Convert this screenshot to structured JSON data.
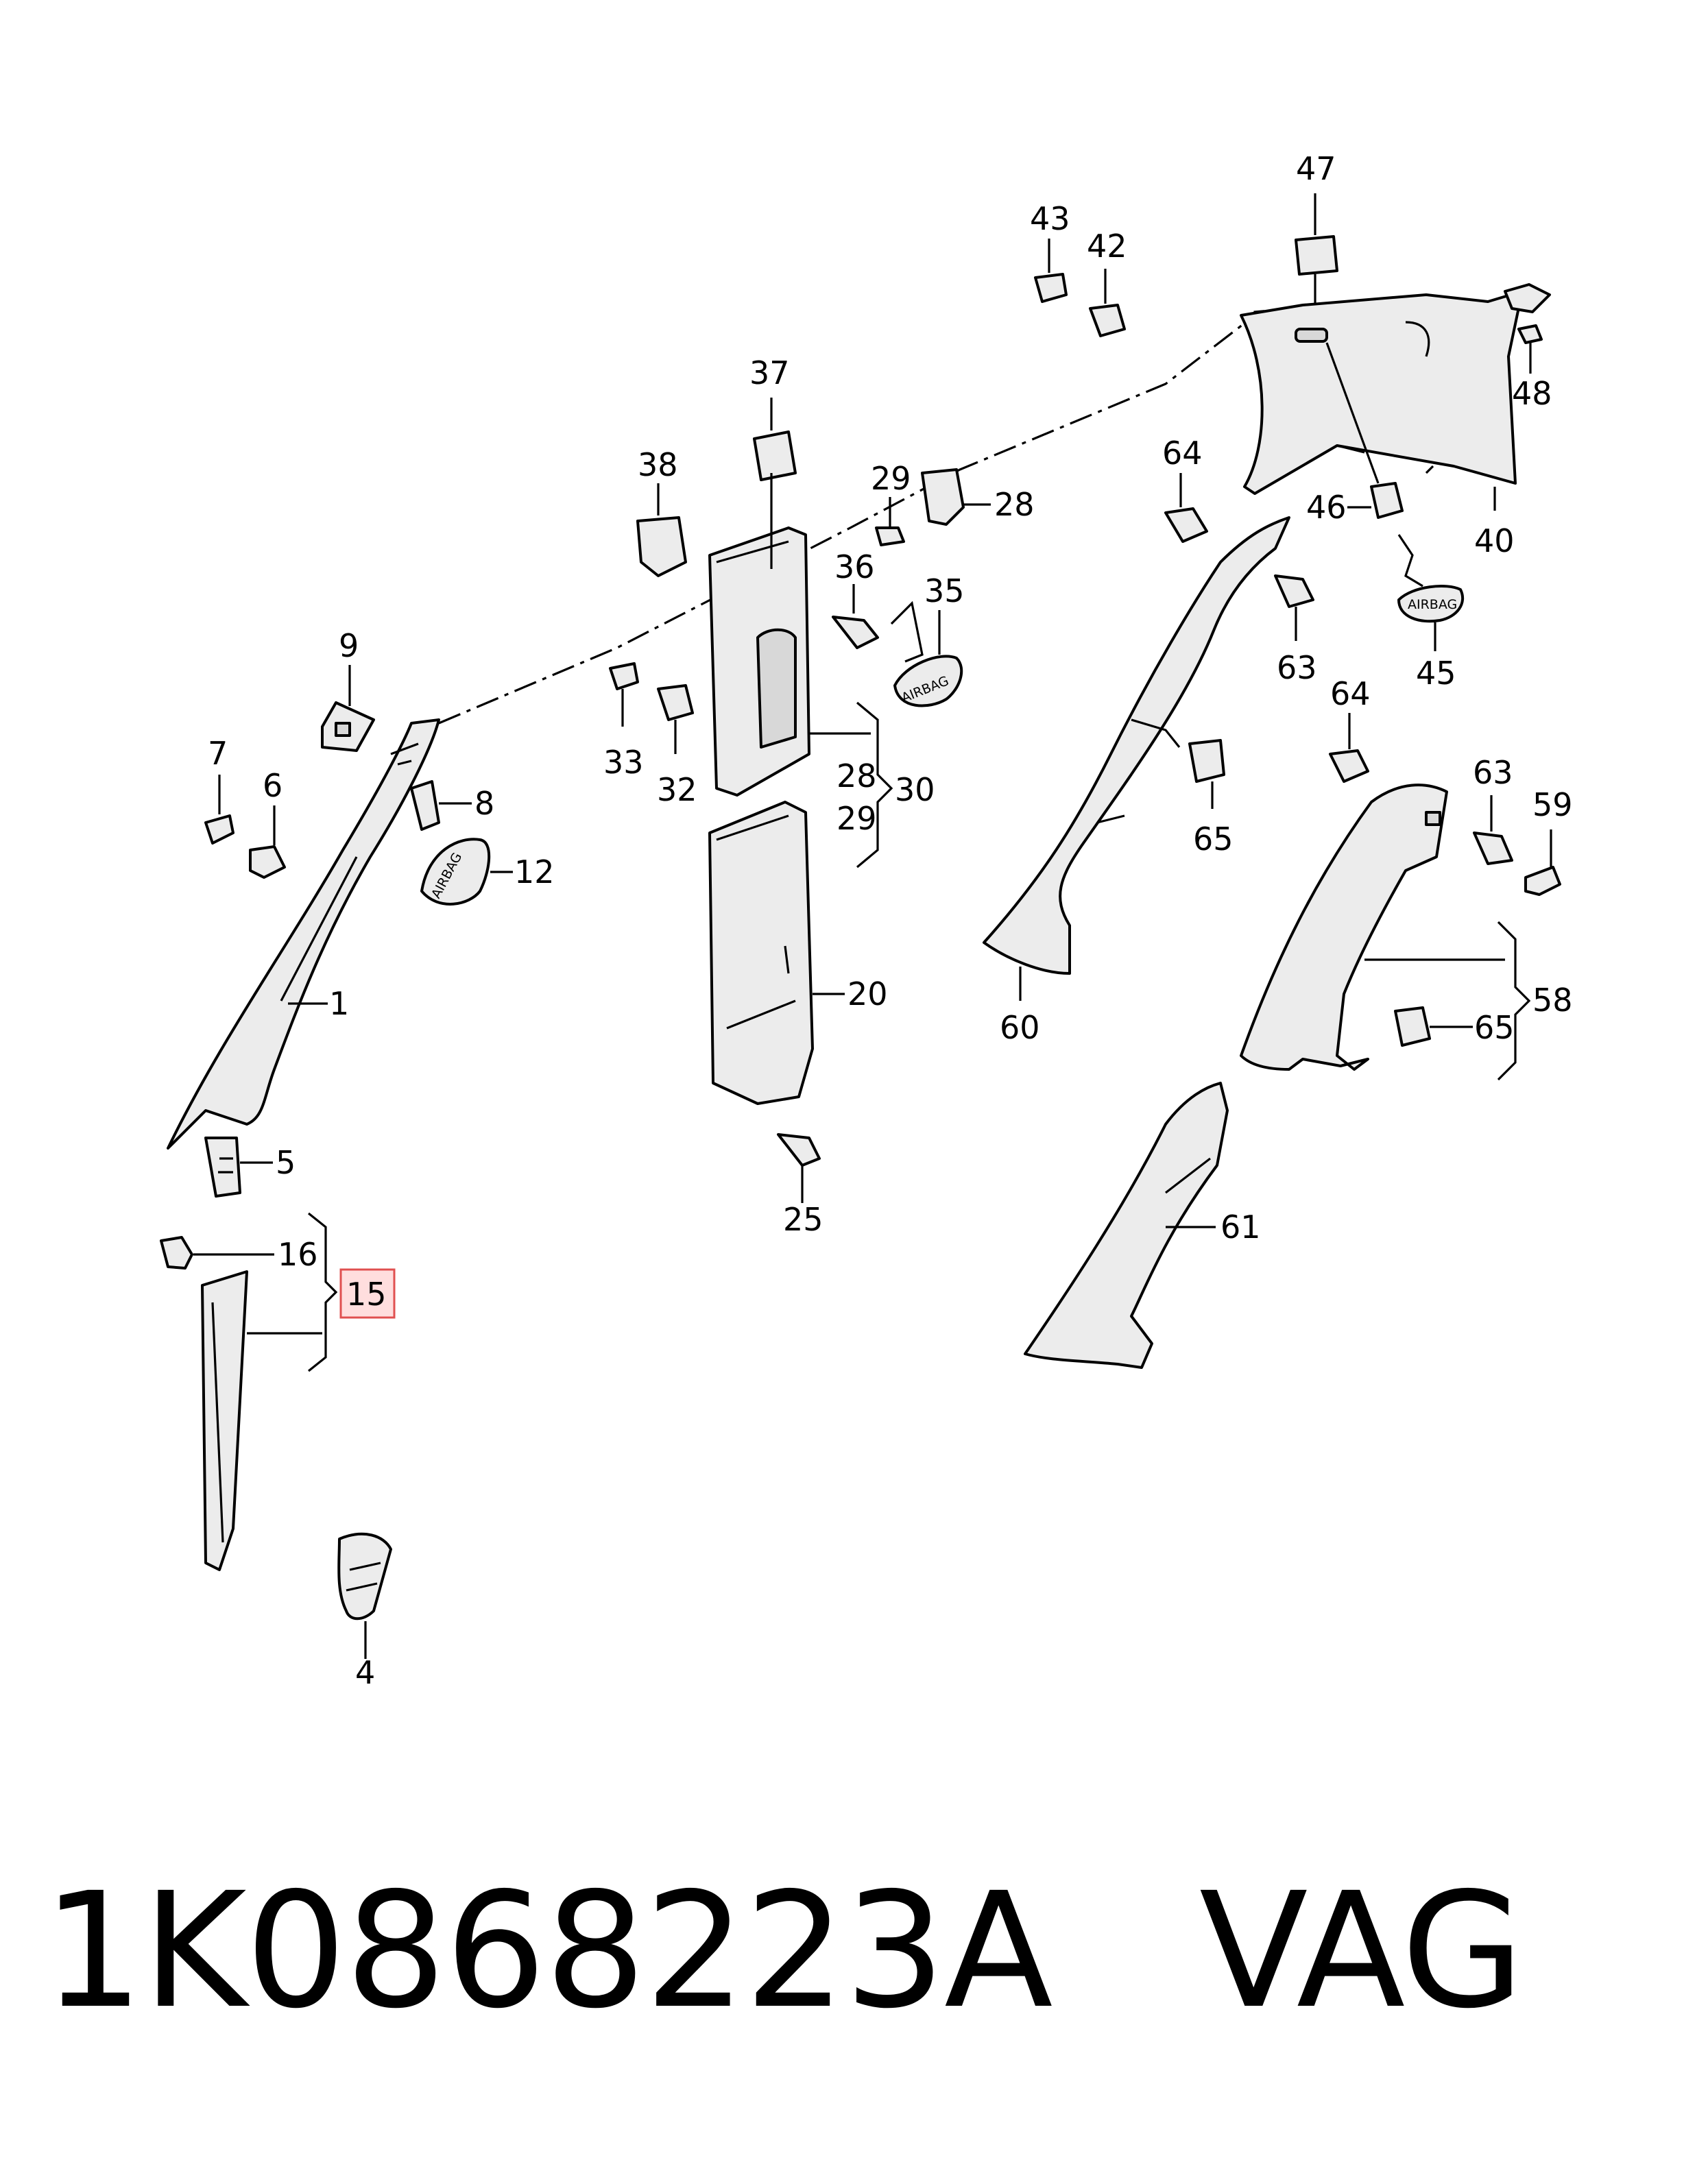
{
  "diagram": {
    "callouts": {
      "c1": "1",
      "c4": "4",
      "c5": "5",
      "c6": "6",
      "c7": "7",
      "c8": "8",
      "c9": "9",
      "c12": "12",
      "c15": "15",
      "c16": "16",
      "c20": "20",
      "c25": "25",
      "c28a": "28",
      "c28b": "28",
      "c29a": "29",
      "c29b": "29",
      "c30": "30",
      "c32": "32",
      "c33": "33",
      "c35": "35",
      "c36": "36",
      "c37": "37",
      "c38": "38",
      "c40": "40",
      "c42": "42",
      "c43": "43",
      "c45": "45",
      "c46": "46",
      "c47": "47",
      "c48": "48",
      "c58": "58",
      "c59": "59",
      "c60": "60",
      "c61": "61",
      "c63a": "63",
      "c63b": "63",
      "c64a": "64",
      "c64b": "64",
      "c65a": "65",
      "c65b": "65"
    },
    "airbag_labels": [
      "AIRBAG",
      "AIRBAG",
      "AIRBAG"
    ]
  },
  "footer": {
    "part_number": "1K0868223A",
    "brand": "VAG"
  }
}
